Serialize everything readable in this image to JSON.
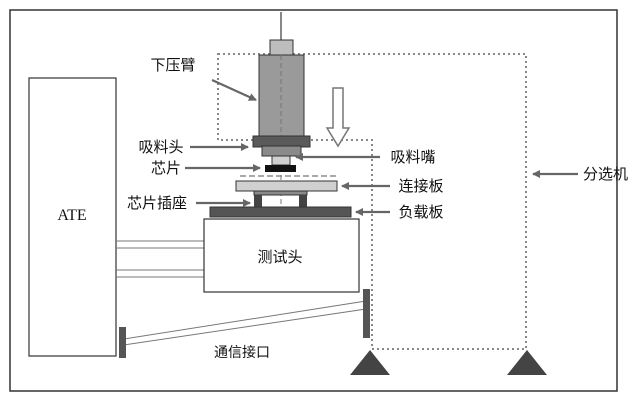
{
  "labels": {
    "ate": "ATE",
    "test_head": "测试头",
    "press_arm": "下压臂",
    "pickup_head": "吸料头",
    "chip": "芯片",
    "chip_socket": "芯片插座",
    "suction_nozzle": "吸料嘴",
    "adapter_board": "连接板",
    "load_board": "负载板",
    "handler": "分选机",
    "comm_interface": "通信接口"
  },
  "colors": {
    "frame": "#333333",
    "dark_block": "#555555",
    "gray_block": "#8a8a8a",
    "light_block": "#d0d0d0",
    "arm_fill": "#9a9a9a",
    "black_chip": "#111111",
    "arrow": "#666666",
    "dotted": "#888888"
  }
}
